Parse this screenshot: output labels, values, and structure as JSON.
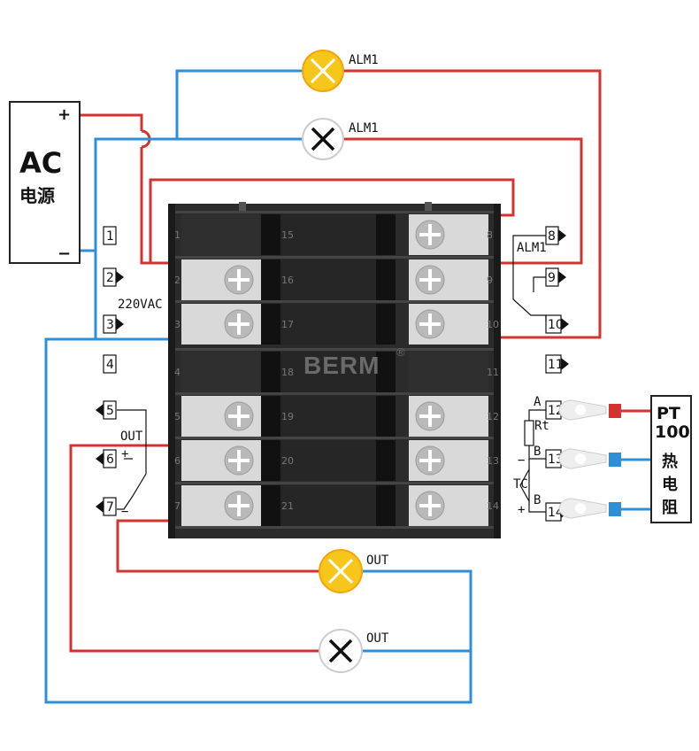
{
  "power_source": {
    "title": "AC",
    "subtitle": "电源",
    "plus": "+",
    "minus": "−"
  },
  "brand": "BERM",
  "brand_mark": "®",
  "voltage_label": "220VAC",
  "alarm_label": "ALM1",
  "out_label": "OUT",
  "relay_label": "ALM1",
  "sensor_box": {
    "line1": "PT",
    "line2": "100",
    "chars": [
      "热",
      "电",
      "阻"
    ]
  },
  "sensor_labels": {
    "A": "A",
    "Rt": "Rt",
    "B1": "B",
    "B2": "B",
    "TC": "TC",
    "plus": "+",
    "minus": "−"
  },
  "out_polarity": {
    "plus": "+",
    "minus": "−"
  },
  "left_terminals": [
    "1",
    "2",
    "3",
    "4",
    "5",
    "6",
    "7"
  ],
  "right_terminals": [
    "8",
    "9",
    "10",
    "11",
    "12",
    "13",
    "14"
  ],
  "pin_numbers": {
    "left_col": [
      "1",
      "2",
      "3",
      "4",
      "5",
      "6",
      "7"
    ],
    "mid_col": [
      "15",
      "16",
      "17",
      "18",
      "19",
      "20",
      "21"
    ],
    "right_col": [
      "8",
      "9",
      "10",
      "11",
      "12",
      "13",
      "14"
    ]
  },
  "colors": {
    "red": "#d3332f",
    "blue": "#2f8fd6",
    "lamp": "#f7c61b",
    "body": "#2b2b2b",
    "screw": "#d8d8d8"
  }
}
